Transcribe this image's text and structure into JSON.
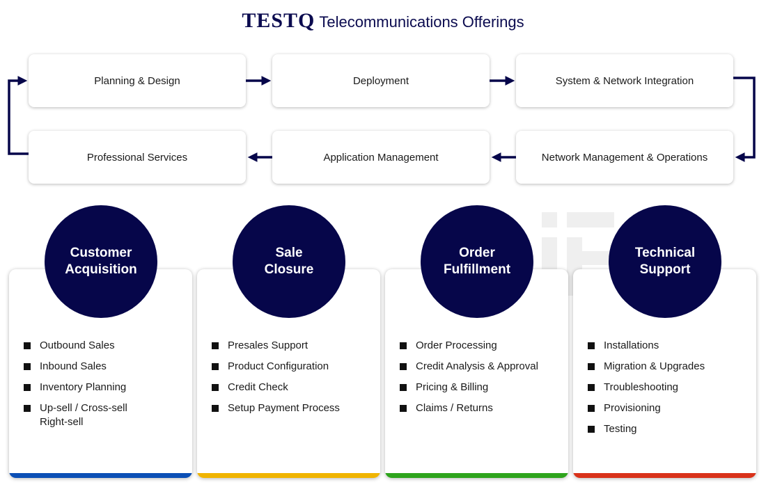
{
  "title": {
    "brand": "TESTQ",
    "rest": "Telecommunications Offerings"
  },
  "colors": {
    "navy": "#06064a",
    "title": "#0b0b4f"
  },
  "flow": [
    {
      "label": "Planning & Design"
    },
    {
      "label": "Deployment"
    },
    {
      "label": "System & Network Integration"
    },
    {
      "label": "Network Management & Operations"
    },
    {
      "label": "Application Management"
    },
    {
      "label": "Professional Services"
    }
  ],
  "cards": [
    {
      "heading": [
        "Customer",
        "Acquisition"
      ],
      "accent": "#0b4fb5",
      "items": [
        [
          "Outbound Sales"
        ],
        [
          "Inbound Sales"
        ],
        [
          "Inventory Planning"
        ],
        [
          "Up-sell / Cross-sell",
          "Right-sell"
        ]
      ]
    },
    {
      "heading": [
        "Sale",
        "Closure"
      ],
      "accent": "#f0b400",
      "items": [
        [
          "Presales Support"
        ],
        [
          "Product Configuration"
        ],
        [
          "Credit Check"
        ],
        [
          "Setup Payment Process"
        ]
      ]
    },
    {
      "heading": [
        "Order",
        "Fulfillment"
      ],
      "accent": "#2ea41c",
      "items": [
        [
          "Order Processing"
        ],
        [
          "Credit Analysis & Approval"
        ],
        [
          "Pricing & Billing"
        ],
        [
          "Claims / Returns"
        ]
      ]
    },
    {
      "heading": [
        "Technical",
        "Support"
      ],
      "accent": "#d9321a",
      "items": [
        [
          "Installations"
        ],
        [
          "Migration & Upgrades"
        ],
        [
          "Troubleshooting"
        ],
        [
          "Provisioning"
        ],
        [
          "Testing"
        ]
      ]
    }
  ]
}
